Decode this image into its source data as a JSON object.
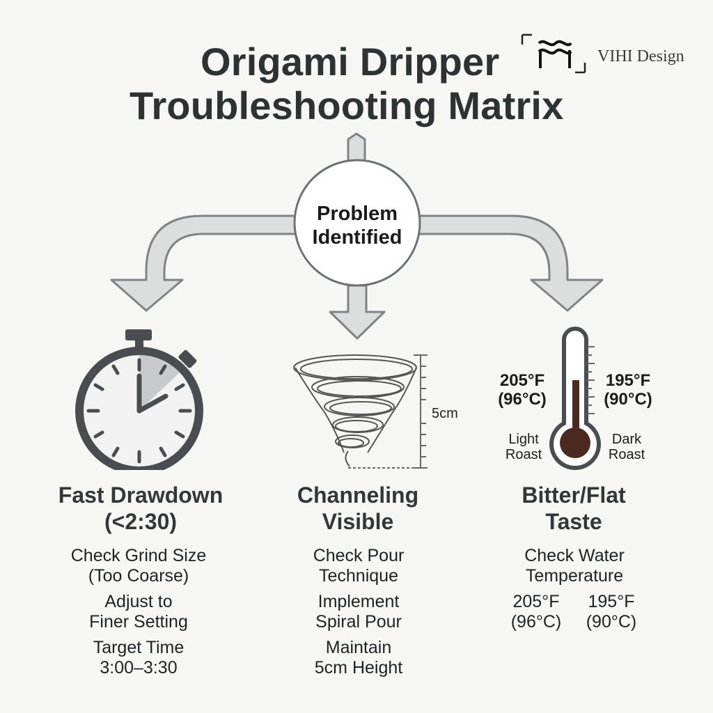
{
  "title": {
    "line1": "Origami Dripper",
    "line2": "Troubleshooting Matrix"
  },
  "logo": {
    "text": "VIHI Design"
  },
  "center_node": {
    "line1": "Problem",
    "line2": "Identified"
  },
  "columns": [
    {
      "icon": "stopwatch-icon",
      "title_line1": "Fast Drawdown",
      "title_line2": "(<2:30)",
      "steps": [
        "Check Grind Size",
        "(Too Coarse)",
        "Adjust to",
        "Finer Setting",
        "Target Time",
        "3:00–3:30"
      ]
    },
    {
      "icon": "spiral-pour-icon",
      "ruler_label": "5cm",
      "title_line1": "Channeling",
      "title_line2": "Visible",
      "steps": [
        "Check Pour",
        "Technique",
        "Implement",
        "Spiral Pour",
        "Maintain",
        "5cm Height"
      ]
    },
    {
      "icon": "thermometer-icon",
      "therm_left_f": "205°F",
      "therm_left_c": "(96°C)",
      "therm_right_f": "195°F",
      "therm_right_c": "(90°C)",
      "roast_left_1": "Light",
      "roast_left_2": "Roast",
      "roast_right_1": "Dark",
      "roast_right_2": "Roast",
      "title_line1": "Bitter/Flat",
      "title_line2": "Taste",
      "steps": [
        "Check Water",
        "Temperature"
      ],
      "temps": {
        "left_f": "205°F",
        "left_c": "(96°C)",
        "right_f": "195°F",
        "right_c": "(90°C)"
      }
    }
  ],
  "colors": {
    "arrow_fill": "#d9dadb",
    "arrow_stroke": "#7d8082",
    "icon_dark": "#4a4d4f",
    "mercury": "#4a2a20"
  }
}
